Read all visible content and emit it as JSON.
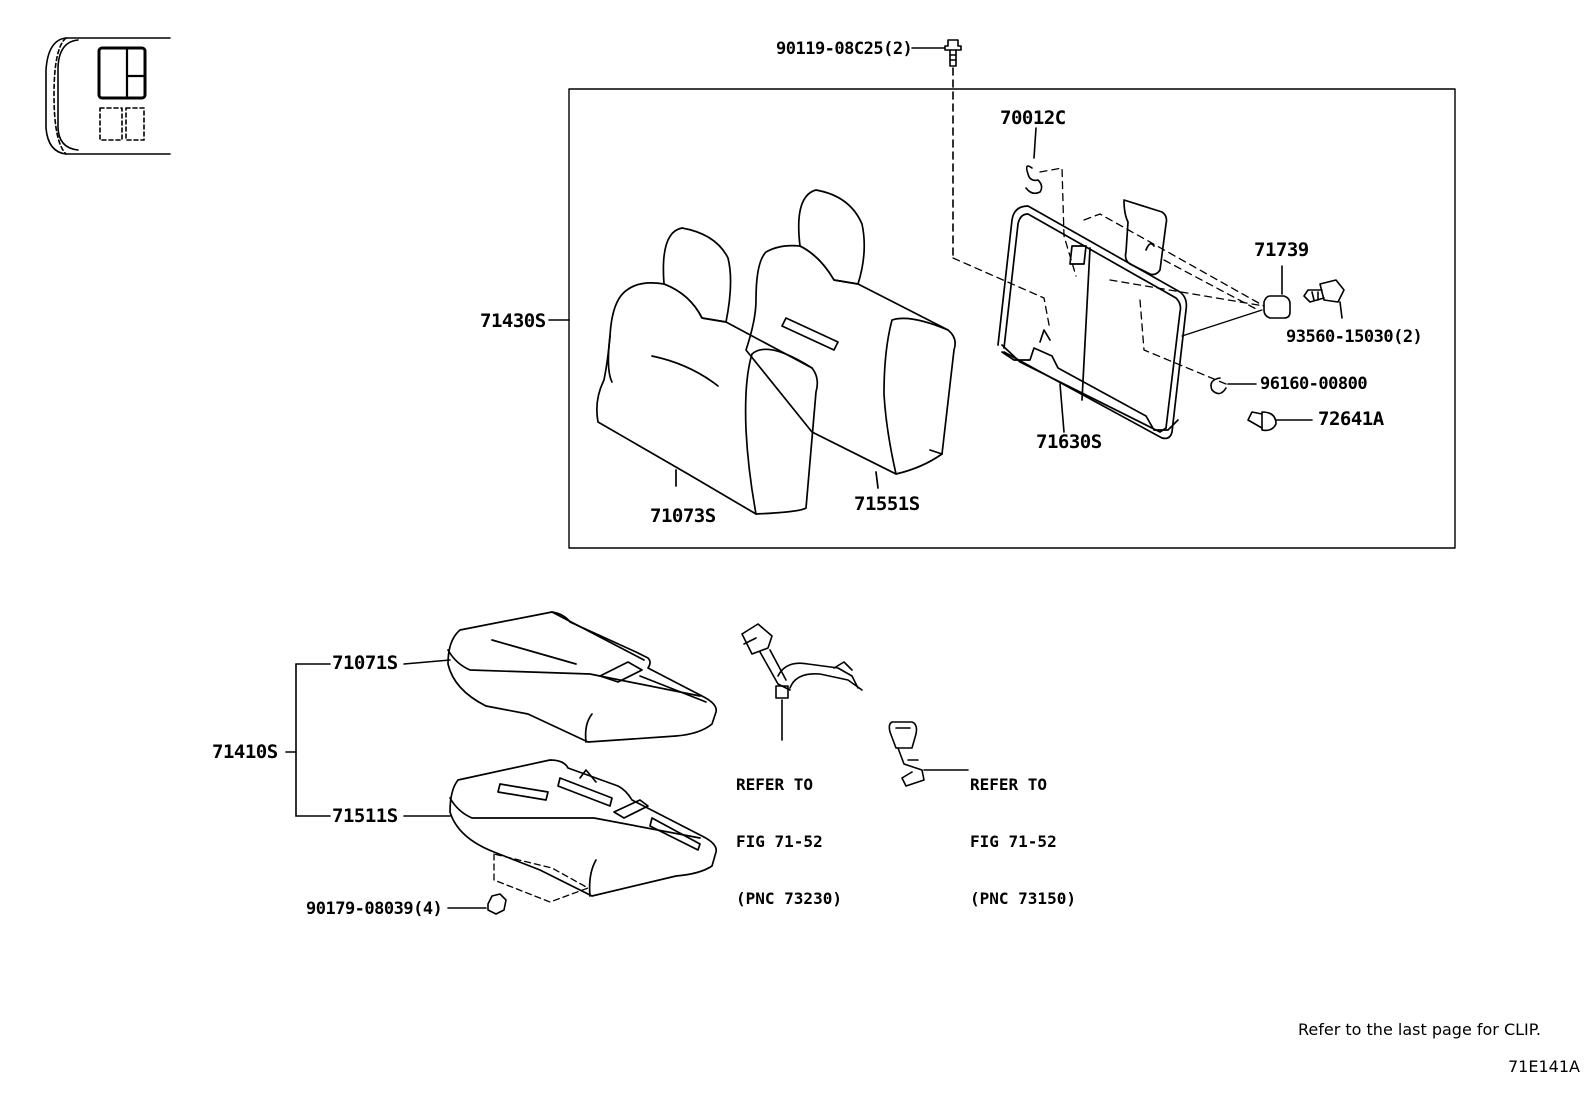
{
  "parts": {
    "bolt_top": "90119-08C25(2)",
    "clip_70012c": "70012C",
    "seatback_assy": "71430S",
    "cap_71739": "71739",
    "bolt_93560": "93560-15030(2)",
    "ring_96160": "96160-00800",
    "pin_72641a": "72641A",
    "frame_71630s": "71630S",
    "cover_71073s": "71073S",
    "pad_71551s": "71551S",
    "cushion_cover_71071s": "71071S",
    "cushion_assy_71410s": "71410S",
    "cushion_pad_71511s": "71511S",
    "nut_90179": "90179-08039(4)"
  },
  "references": {
    "left": [
      "REFER TO",
      "FIG 71-52",
      "(PNC 73230)"
    ],
    "right": [
      "REFER TO",
      "FIG 71-52",
      "(PNC 73150)"
    ]
  },
  "footer": {
    "note": "Refer to the last page for CLIP.",
    "figure_id": "71E141A"
  }
}
